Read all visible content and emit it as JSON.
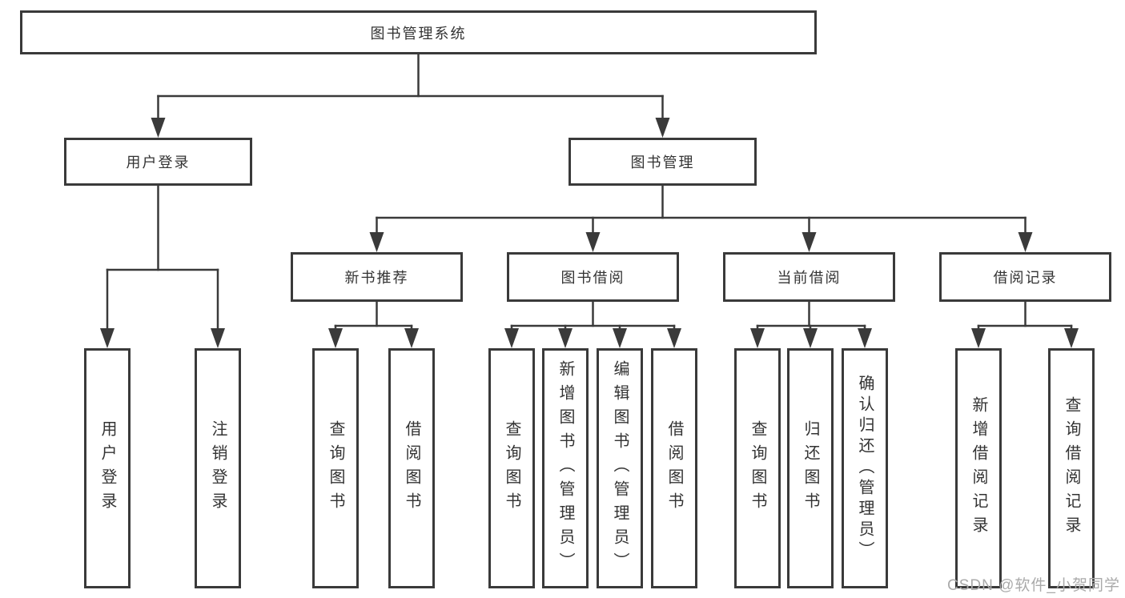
{
  "tree": {
    "label": "图书管理系统",
    "children": [
      {
        "label": "用户登录",
        "children": [
          {
            "label": "用户登录"
          },
          {
            "label": "注销登录"
          }
        ]
      },
      {
        "label": "图书管理",
        "children": [
          {
            "label": "新书推荐",
            "children": [
              {
                "label": "查询图书"
              },
              {
                "label": "借阅图书"
              }
            ]
          },
          {
            "label": "图书借阅",
            "children": [
              {
                "label": "查询图书"
              },
              {
                "label": "新增图书（管理员）"
              },
              {
                "label": "编辑图书（管理员）"
              },
              {
                "label": "借阅图书"
              }
            ]
          },
          {
            "label": "当前借阅",
            "children": [
              {
                "label": "查询图书"
              },
              {
                "label": "归还图书"
              },
              {
                "label": "确认归还（管理员）"
              }
            ]
          },
          {
            "label": "借阅记录",
            "children": [
              {
                "label": "新增借阅记录"
              },
              {
                "label": "查询借阅记录"
              }
            ]
          }
        ]
      }
    ]
  },
  "watermark": "CSDN @软件_小贺同学",
  "colors": {
    "line": "#3a3a3a",
    "text": "#333333",
    "watermark": "#aaaaaa"
  }
}
